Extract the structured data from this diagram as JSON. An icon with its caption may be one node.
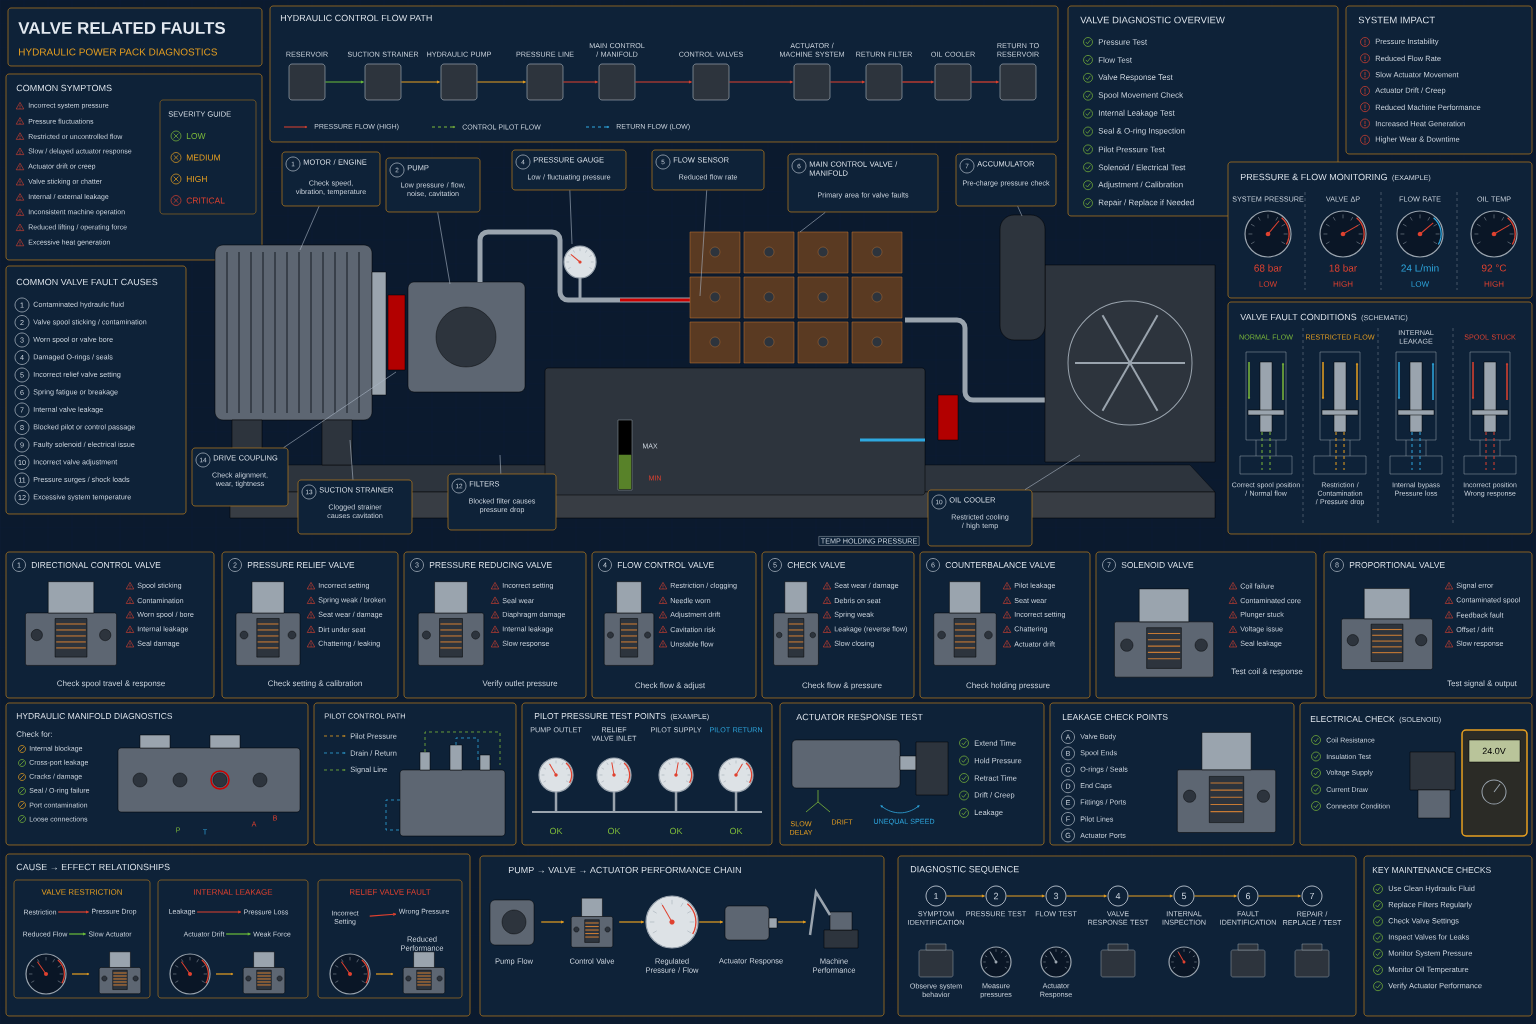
{
  "diagram": {
    "title": "VALVE RELATED FAULTS",
    "nodes": [
      {
        "text": [
          "HYDRAULIC POWER PACK DIAGNOSTICS"
        ]
      },
      {
        "text": [
          "HYDRAULIC CONTROL FLOW PATH"
        ]
      },
      {
        "text": [
          "RESERVOIR"
        ],
        "in": 1
      },
      {
        "text": [
          "SUCTION STRAINER"
        ],
        "in": 1
      },
      {
        "text": [
          "HYDRAULIC PUMP"
        ],
        "in": 1
      },
      {
        "text": [
          "PRESSURE LINE"
        ],
        "in": 1
      },
      {
        "text": [
          "MAIN CONTROL / MANIFOLD"
        ],
        "in": 1
      },
      {
        "text": [
          "CONTROL VALVES"
        ],
        "in": 1
      },
      {
        "text": [
          "ACTUATOR / MACHINE SYSTEM"
        ],
        "in": 1
      },
      {
        "text": [
          "RETURN FILTER"
        ],
        "in": 1
      },
      {
        "text": [
          "OIL COOLER"
        ],
        "in": 1
      },
      {
        "text": [
          "RETURN TO RESERVOIR"
        ],
        "in": 1
      },
      {
        "text": [
          "COMMON SYMPTOMS",
          "Incorrect system pressure",
          "Pressure fluctuations",
          "Restricted or uncontrolled flow",
          "Slow / delayed actuator response",
          "Actuator drift or creep",
          "Valve sticking or chatter",
          "Internal / external leakage",
          "Inconsistent machine operation",
          "Reduced lifting / operating force",
          "Excessive heat generation"
        ]
      },
      {
        "text": [
          "SEVERITY GUIDE",
          "LOW",
          "MEDIUM",
          "HIGH",
          "CRITICAL"
        ],
        "in": 12
      },
      {
        "text": [
          "COMMON VALVE FAULT CAUSES",
          "1",
          "Contaminated hydraulic fluid",
          "2",
          "Valve spool sticking / contamination",
          "3",
          "Worn spool or valve bore",
          "4",
          "Damaged O-rings / seals",
          "5",
          "Incorrect relief valve setting",
          "6",
          "Spring fatigue or breakage",
          "7",
          "Internal valve leakage",
          "8",
          "Blocked pilot or control passage",
          "9",
          "Faulty solenoid / electrical issue",
          "10",
          "Incorrect valve adjustment",
          "11",
          "Pressure surges / shock loads",
          "12",
          "Excessive system temperature"
        ]
      },
      {
        "text": [
          "1",
          "MOTOR / ENGINE",
          "Check speed, vibration, temperature"
        ]
      },
      {
        "text": [
          "2",
          "PUMP",
          "Low pressure / flow, noise, cavitation"
        ]
      },
      {
        "text": [
          "4",
          "PRESSURE GAUGE",
          "Low / fluctuating pressure"
        ]
      },
      {
        "text": [
          "5",
          "FLOW SENSOR",
          "Reduced flow rate"
        ]
      },
      {
        "text": [
          "6",
          "MAIN CONTROL VALVE / MANIFOLD",
          "Primary area for valve faults"
        ]
      },
      {
        "text": [
          "7",
          "ACCUMULATOR",
          "Pre-charge pressure check"
        ]
      },
      {
        "text": [
          "14",
          "DRIVE COUPLING",
          "Check alignment, wear, tightness"
        ]
      },
      {
        "text": [
          "13",
          "SUCTION STRAINER",
          "Clogged strainer causes cavitation"
        ]
      },
      {
        "text": [
          "12",
          "FILTERS",
          "Blocked filter causes pressure drop"
        ]
      },
      {
        "text": [
          "10",
          "OIL COOLER",
          "Restricted cooling / high temp"
        ]
      },
      {
        "text": [
          "TEMP HOLDING PRESSURE"
        ]
      },
      {
        "text": [
          "VALVE DIAGNOSTIC OVERVIEW",
          "Pressure Test",
          "Flow Test",
          "Valve Response Test",
          "Spool Movement Check",
          "Internal Leakage Test",
          "Seal & O-ring Inspection",
          "Pilot Pressure Test",
          "Solenoid / Electrical Test",
          "Adjustment / Calibration",
          "Repair / Replace if Needed"
        ]
      },
      {
        "text": [
          "SYSTEM IMPACT",
          "Pressure Instability",
          "Reduced Flow Rate",
          "Slow Actuator Movement",
          "Actuator Drift / Creep",
          "Reduced Machine Performance",
          "Increased Heat Generation",
          "Higher Wear & Downtime"
        ]
      },
      {
        "text": [
          "PRESSURE & FLOW MONITORING",
          "(EXAMPLE)"
        ]
      },
      {
        "text": [
          "SYSTEM PRESSURE",
          "68 bar",
          "LOW"
        ],
        "in": 28
      },
      {
        "text": [
          "VALVE ΔP",
          "18 bar",
          "HIGH"
        ],
        "in": 28
      },
      {
        "text": [
          "FLOW RATE",
          "24 L/min",
          "LOW"
        ],
        "in": 28
      },
      {
        "text": [
          "OIL TEMP",
          "92 °C",
          "HIGH"
        ],
        "in": 28
      },
      {
        "text": [
          "VALVE FAULT CONDITIONS",
          "(SCHEMATIC)"
        ]
      },
      {
        "text": [
          "NORMAL FLOW",
          "Correct spool position / Normal flow"
        ],
        "in": 33
      },
      {
        "text": [
          "RESTRICTED FLOW",
          "Restriction / Contamination / Pressure drop"
        ],
        "in": 33
      },
      {
        "text": [
          "INTERNAL LEAKAGE",
          "Internal bypass Pressure loss"
        ],
        "in": 33
      },
      {
        "text": [
          "SPOOL STUCK",
          "Incorrect position Wrong response"
        ],
        "in": 33
      },
      {
        "text": [
          "1",
          "DIRECTIONAL CONTROL VALVE",
          "Spool sticking",
          "Contamination",
          "Worn spool / bore",
          "Internal leakage",
          "Seal damage",
          "Check spool travel & response"
        ]
      },
      {
        "text": [
          "2",
          "PRESSURE RELIEF VALVE",
          "Incorrect setting",
          "Spring weak / broken",
          "Seat wear / damage",
          "Dirt under seat",
          "Chattering / leaking",
          "Check setting & calibration"
        ]
      },
      {
        "text": [
          "3",
          "PRESSURE REDUCING VALVE",
          "Incorrect setting",
          "Seal wear",
          "Diaphragm damage",
          "Internal leakage",
          "Slow response",
          "Verify outlet pressure"
        ]
      },
      {
        "text": [
          "4",
          "FLOW CONTROL VALVE",
          "Restriction / clogging",
          "Needle worn",
          "Adjustment drift",
          "Cavitation risk",
          "Unstable flow",
          "Check flow & adjust"
        ]
      },
      {
        "text": [
          "5",
          "CHECK VALVE",
          "Seat wear / damage",
          "Debris on seat",
          "Spring weak",
          "Leakage (reverse flow)",
          "Slow closing",
          "Check flow & pressure"
        ]
      },
      {
        "text": [
          "6",
          "COUNTERBALANCE VALVE",
          "Pilot leakage",
          "Seat wear",
          "Incorrect setting",
          "Chattering",
          "Actuator drift",
          "Check holding pressure"
        ]
      },
      {
        "text": [
          "7",
          "SOLENOID VALVE",
          "Coil failure",
          "Contaminated core",
          "Plunger stuck",
          "Voltage issue",
          "Seal leakage",
          "Test coil & response"
        ]
      },
      {
        "text": [
          "8",
          "PROPORTIONAL VALVE",
          "Signal error",
          "Contaminated spool",
          "Feedback fault",
          "Offset / drift",
          "Slow response",
          "Test signal & output"
        ]
      },
      {
        "text": [
          "HYDRAULIC MANIFOLD DIAGNOSTICS",
          "Check for:",
          "Internal blockage",
          "Cross-port leakage",
          "Cracks / damage",
          "Seal / O-ring failure",
          "Port contamination",
          "Loose connections"
        ]
      },
      {
        "text": [
          "PILOT CONTROL PATH",
          "Pilot Pressure",
          "Drain / Return",
          "Signal Line"
        ]
      },
      {
        "text": [
          "PILOT PRESSURE TEST POINTS",
          "(EXAMPLE)",
          "PUMP OUTLET",
          "OK",
          "RELIEF VALVE INLET",
          "OK",
          "PILOT SUPPLY",
          "OK",
          "PILOT RETURN",
          "OK"
        ]
      },
      {
        "text": [
          "ACTUATOR RESPONSE TEST",
          "Extend Time",
          "Hold Pressure",
          "Retract Time",
          "Drift / Creep",
          "Leakage"
        ]
      },
      {
        "text": [
          "LEAKAGE CHECK POINTS",
          "A",
          "Valve Body",
          "B",
          "Spool Ends",
          "C",
          "O-rings / Seals",
          "D",
          "End Caps",
          "E",
          "Fittings / Ports",
          "F",
          "Pilot Lines",
          "G",
          "Actuator Ports"
        ]
      },
      {
        "text": [
          "ELECTRICAL CHECK",
          "(SOLENOID)",
          "Coil Resistance",
          "Insulation Test",
          "Voltage Supply",
          "Current Draw",
          "Connector Condition"
        ]
      },
      {
        "text": [
          "CAUSE → EFFECT RELATIONSHIPS"
        ]
      },
      {
        "text": [
          "VALVE RESTRICTION"
        ],
        "in": 52
      },
      {
        "text": [
          "Restriction"
        ],
        "in": 53
      },
      {
        "text": [
          "Pressure Drop"
        ],
        "in": 53
      },
      {
        "text": [
          "Reduced Flow"
        ],
        "in": 53
      },
      {
        "text": [
          "Slow Actuator"
        ],
        "in": 53
      },
      {
        "text": [
          "INTERNAL LEAKAGE"
        ],
        "in": 52
      },
      {
        "text": [
          "Leakage"
        ],
        "in": 58
      },
      {
        "text": [
          "Pressure Loss"
        ],
        "in": 58
      },
      {
        "text": [
          "Actuator Drift"
        ],
        "in": 58
      },
      {
        "text": [
          "Weak Force"
        ],
        "in": 58
      },
      {
        "text": [
          "RELIEF VALVE FAULT",
          "Reduced Performance"
        ],
        "in": 52
      },
      {
        "text": [
          "Incorrect Setting"
        ],
        "in": 63
      },
      {
        "text": [
          "Wrong Pressure"
        ],
        "in": 63
      },
      {
        "text": [
          "PUMP → VALVE → ACTUATOR PERFORMANCE CHAIN"
        ]
      },
      {
        "text": [
          "Pump Flow"
        ],
        "in": 66
      },
      {
        "text": [
          "Control Valve"
        ],
        "in": 66
      },
      {
        "text": [
          "Regulated Pressure / Flow"
        ],
        "in": 66
      },
      {
        "text": [
          "Actuator Response"
        ],
        "in": 66
      },
      {
        "text": [
          "Machine Performance"
        ],
        "in": 66
      },
      {
        "text": [
          "DIAGNOSTIC SEQUENCE"
        ]
      },
      {
        "text": [
          "1",
          "SYMPTOM IDENTIFICATION",
          "Observe system behavior"
        ],
        "in": 72
      },
      {
        "text": [
          "2",
          "PRESSURE TEST",
          "Measure pressures"
        ],
        "in": 72
      },
      {
        "text": [
          "3",
          "FLOW TEST",
          "Actuator Response"
        ],
        "in": 72
      },
      {
        "text": [
          "4",
          "VALVE RESPONSE TEST"
        ],
        "in": 72
      },
      {
        "text": [
          "5",
          "INTERNAL INSPECTION"
        ],
        "in": 72
      },
      {
        "text": [
          "6",
          "FAULT IDENTIFICATION"
        ],
        "in": 72
      },
      {
        "text": [
          "7",
          "REPAIR / REPLACE / TEST"
        ],
        "in": 72
      },
      {
        "text": [
          "KEY MAINTENANCE CHECKS",
          "Use Clean Hydraulic Fluid",
          "Replace Filters Regularly",
          "Check Valve Settings",
          "Inspect Valves for Leaks",
          "Monitor System Pressure",
          "Monitor Oil Temperature",
          "Verify Actuator Performance"
        ]
      }
    ],
    "edges": [
      {
        "from": 2,
        "to": 3,
        "arrow": "to",
        "color": "#6cbf3a"
      },
      {
        "from": 3,
        "to": 4,
        "arrow": "to",
        "color": "#e8a020"
      },
      {
        "from": 4,
        "to": 5,
        "arrow": "to",
        "color": "#e8a020"
      },
      {
        "from": 5,
        "to": 6,
        "arrow": "to",
        "color": "#e0412f"
      },
      {
        "from": 6,
        "to": 7,
        "arrow": "to",
        "color": "#e0412f"
      },
      {
        "from": 7,
        "to": 8,
        "arrow": "to",
        "color": "#e0412f"
      },
      {
        "from": 8,
        "to": 9,
        "arrow": "to",
        "color": "#e0412f"
      },
      {
        "from": 9,
        "to": 10,
        "arrow": "to",
        "color": "#e0412f"
      },
      {
        "from": 10,
        "to": 11,
        "arrow": "to",
        "color": "#e0412f"
      },
      {
        "from": 15,
        "to": null,
        "arrow": "none",
        "color": "#a9b6c4"
      },
      {
        "from": 16,
        "to": null,
        "arrow": "none",
        "color": "#a9b6c4"
      },
      {
        "from": 17,
        "to": null,
        "arrow": "none",
        "color": "#a9b6c4"
      },
      {
        "from": 18,
        "to": null,
        "arrow": "none",
        "color": "#a9b6c4"
      },
      {
        "from": 19,
        "to": null,
        "arrow": "none",
        "color": "#a9b6c4"
      },
      {
        "from": 20,
        "to": null,
        "arrow": "none",
        "color": "#a9b6c4"
      },
      {
        "from": 21,
        "to": null,
        "arrow": "none",
        "color": "#a9b6c4"
      },
      {
        "from": 22,
        "to": null,
        "arrow": "none",
        "color": "#a9b6c4"
      },
      {
        "from": 23,
        "to": null,
        "arrow": "none",
        "color": "#a9b6c4"
      },
      {
        "from": 24,
        "to": null,
        "arrow": "none",
        "color": "#a9b6c4"
      },
      {
        "from": 54,
        "to": 55,
        "arrow": "to",
        "color": "#e0412f"
      },
      {
        "from": 56,
        "to": 57,
        "arrow": "to",
        "color": "#6cbf3a"
      },
      {
        "from": 59,
        "to": 60,
        "arrow": "to",
        "color": "#e0412f"
      },
      {
        "from": 61,
        "to": 62,
        "arrow": "to",
        "color": "#6cbf3a"
      },
      {
        "from": 64,
        "to": 65,
        "arrow": "to",
        "color": "#e0412f"
      },
      {
        "from": 67,
        "to": 68,
        "arrow": "to",
        "color": "#e8a020"
      },
      {
        "from": 68,
        "to": 69,
        "arrow": "to",
        "color": "#e8a020"
      },
      {
        "from": 69,
        "to": 70,
        "arrow": "to",
        "color": "#e8a020"
      },
      {
        "from": 70,
        "to": 71,
        "arrow": "to",
        "color": "#e8a020"
      },
      {
        "from": 73,
        "to": 74,
        "arrow": "to",
        "color": "#e8a020"
      },
      {
        "from": 74,
        "to": 75,
        "arrow": "to",
        "color": "#e8a020"
      },
      {
        "from": 75,
        "to": 76,
        "arrow": "to",
        "color": "#e8a020"
      },
      {
        "from": 76,
        "to": 77,
        "arrow": "to",
        "color": "#e8a020"
      },
      {
        "from": 77,
        "to": 78,
        "arrow": "to",
        "color": "#e8a020"
      },
      {
        "from": 78,
        "to": 79,
        "arrow": "to",
        "color": "#e8a020"
      }
    ],
    "labels": [
      "MAX",
      "MIN",
      "P",
      "T",
      "A",
      "B",
      "SLOW DELAY",
      "DRIFT",
      "UNEQUAL SPEED",
      "24.0V"
    ],
    "legend": [
      {
        "text": "PRESSURE FLOW (HIGH)"
      },
      {
        "text": "CONTROL PILOT FLOW"
      },
      {
        "text": "RETURN FLOW (LOW)"
      }
    ]
  }
}
